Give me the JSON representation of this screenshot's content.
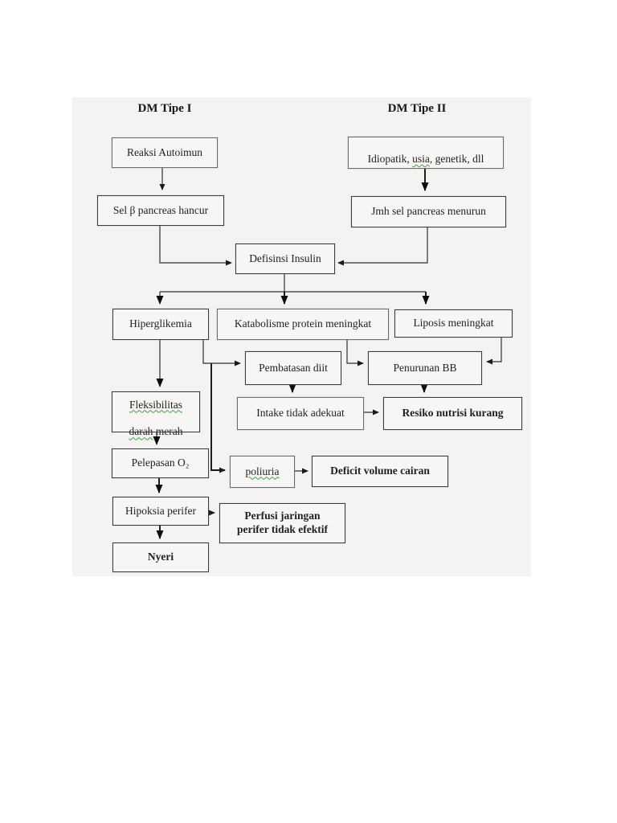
{
  "diagram": {
    "title_left": "DM Tipe I",
    "title_right": "DM Tipe II",
    "panel_color": "#f4f3f1",
    "squiggle_color": "#3da03d",
    "nodes": {
      "reaksi": {
        "label": "Reaksi Autoimun"
      },
      "idiopatik": {
        "pre": "Idiopatik, ",
        "squiggle": "usia",
        "post": ", genetik, dll"
      },
      "selbeta": {
        "label": "Sel β pancreas hancur"
      },
      "jmhsel": {
        "label": "Jmh sel pancreas menurun"
      },
      "defisinsi": {
        "label": "Defisinsi Insulin"
      },
      "hiperglikemia": {
        "label": "Hiperglikemia"
      },
      "katabolisme": {
        "label": "Katabolisme protein meningkat"
      },
      "liposis": {
        "label": "Liposis meningkat"
      },
      "pembatasan": {
        "label": "Pembatasan diit"
      },
      "penurunan": {
        "label": "Penurunan BB"
      },
      "fleksibilitas": {
        "line1": "Fleksibilitas",
        "line2_sq": "darah",
        "line2_rest": " merah"
      },
      "intake": {
        "label": "Intake tidak adekuat"
      },
      "resiko": {
        "label": "Resiko nutrisi kurang"
      },
      "pelepasan": {
        "label": "Pelepasan O₂"
      },
      "poliuria": {
        "label": "poliuria"
      },
      "deficit": {
        "label": "Deficit volume cairan"
      },
      "hipoksia": {
        "label": "Hipoksia perifer"
      },
      "perfusi": {
        "label": "Perfusi jaringan\nperifer tidak efektif"
      },
      "nyeri": {
        "label": "Nyeri"
      }
    },
    "edges": [
      {
        "from": "Reaksi Autoimun",
        "to": "Sel β pancreas hancur"
      },
      {
        "from": "Idiopatik, usia, genetik, dll",
        "to": "Jmh sel pancreas menurun"
      },
      {
        "from": "Sel β pancreas hancur",
        "to": "Defisinsi Insulin"
      },
      {
        "from": "Jmh sel pancreas menurun",
        "to": "Defisinsi Insulin"
      },
      {
        "from": "Defisinsi Insulin",
        "to": "Hiperglikemia"
      },
      {
        "from": "Defisinsi Insulin",
        "to": "Katabolisme protein meningkat"
      },
      {
        "from": "Defisinsi Insulin",
        "to": "Liposis meningkat"
      },
      {
        "from": "Hiperglikemia",
        "to": "Fleksibilitas darah merah"
      },
      {
        "from": "Hiperglikemia",
        "to": "Pembatasan diit"
      },
      {
        "from": "Hiperglikemia",
        "to": "poliuria"
      },
      {
        "from": "Katabolisme protein meningkat",
        "to": "Penurunan BB"
      },
      {
        "from": "Liposis meningkat",
        "to": "Penurunan BB"
      },
      {
        "from": "Pembatasan diit",
        "to": "Intake tidak adekuat"
      },
      {
        "from": "Penurunan BB",
        "to": "Resiko nutrisi kurang"
      },
      {
        "from": "Intake tidak adekuat",
        "to": "Resiko nutrisi kurang"
      },
      {
        "from": "Fleksibilitas darah merah",
        "to": "Pelepasan O₂"
      },
      {
        "from": "Pelepasan O₂",
        "to": "Hipoksia perifer"
      },
      {
        "from": "poliuria",
        "to": "Deficit volume cairan"
      },
      {
        "from": "Hipoksia perifer",
        "to": "Perfusi jaringan perifer tidak efektif"
      },
      {
        "from": "Hipoksia perifer",
        "to": "Nyeri"
      }
    ]
  }
}
